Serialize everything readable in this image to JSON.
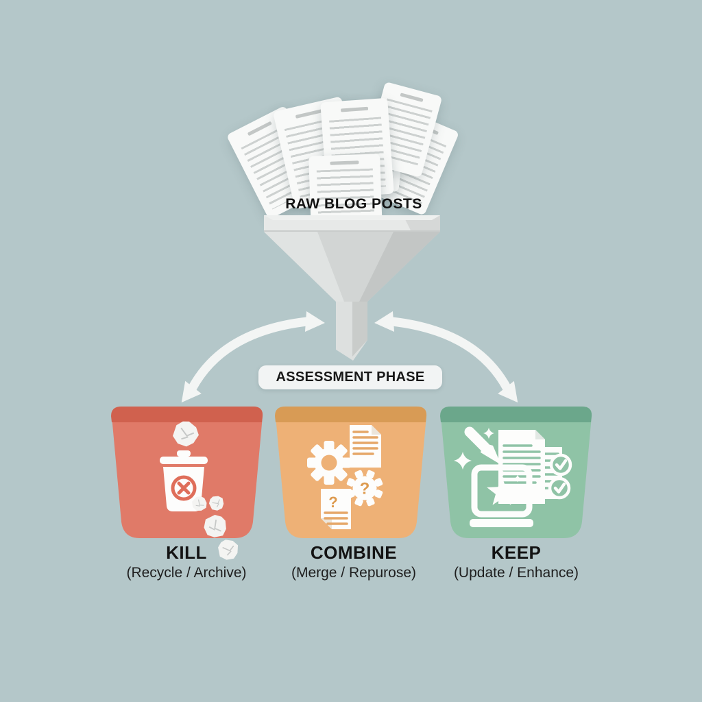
{
  "diagram": {
    "background_color": "#b4c7c9",
    "text_color": "#161616",
    "source": {
      "label": "RAW BLOG POSTS",
      "pages_visible": 7,
      "page_color": "#f8f9f8"
    },
    "funnel": {
      "color": "#d2d5d4",
      "rim_color": "#e7e9e8"
    },
    "phase": {
      "label": "ASSESSMENT PHASE",
      "pill_color": "#f2f4f4"
    },
    "arrows": {
      "color": "#f3f5f4",
      "style": "double-headed curved, funnel to outer buckets"
    }
  },
  "buckets": [
    {
      "name": "KILL",
      "subtitle": "(Recycle / Archive)",
      "body_color": "#e07a68",
      "rim_color": "#d0614e",
      "icon": "trash-can-with-x-and-crumpled-paper"
    },
    {
      "name": "COMBINE",
      "subtitle": "(Merge / Repurose)",
      "body_color": "#eeb176",
      "rim_color": "#d89b55",
      "icon": "gears-and-documents",
      "glyphs": {
        "question_mark": "?"
      }
    },
    {
      "name": "KEEP",
      "subtitle": "(Update / Enhance)",
      "body_color": "#8fc3a6",
      "rim_color": "#6ba78b",
      "icon": "canvas-star-brush-and-checked-documents"
    }
  ]
}
